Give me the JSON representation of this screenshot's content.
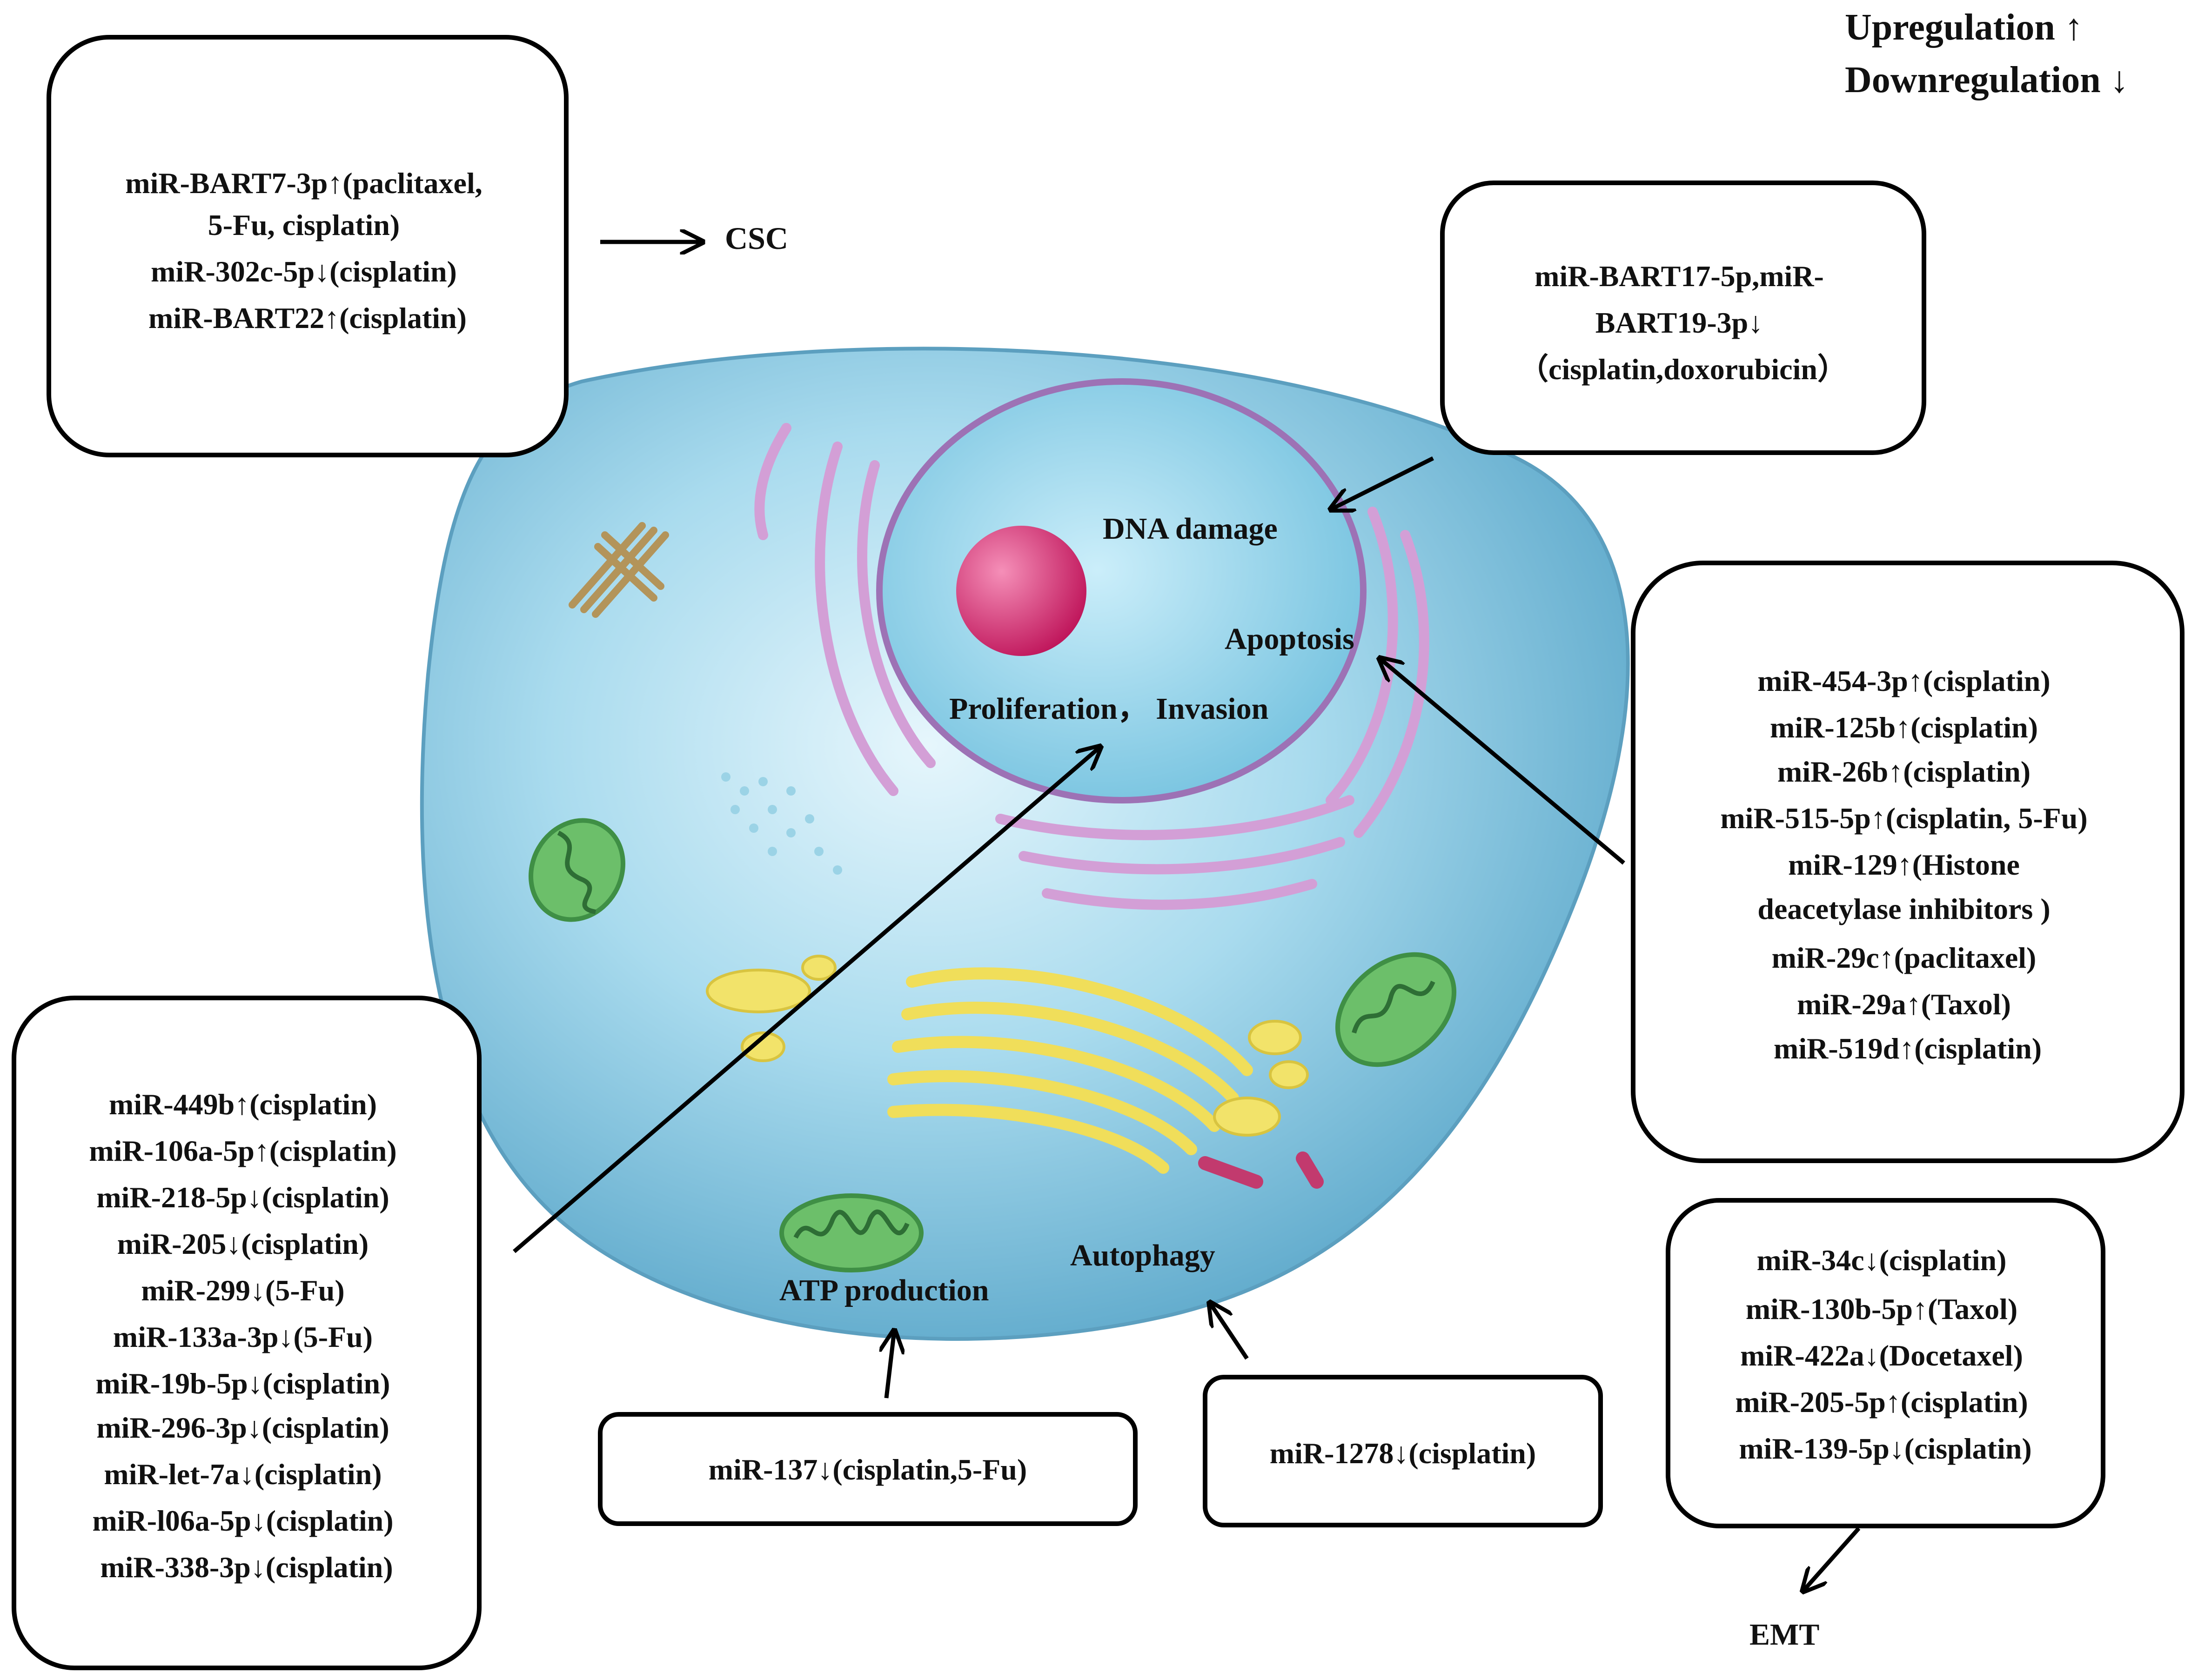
{
  "legend": {
    "up": "Upregulation ↑",
    "down": "Downregulation ↓"
  },
  "labels": {
    "csc": "CSC",
    "dna_damage": "DNA damage",
    "apoptosis": "Apoptosis",
    "proliferation": "Proliferation， Invasion",
    "atp": "ATP production",
    "autophagy": "Autophagy",
    "emt": "EMT"
  },
  "boxes": {
    "csc": {
      "lines": [
        "miR-BART7-3p↑(paclitaxel,",
        "5-Fu, cisplatin)",
        "miR-302c-5p↓(cisplatin)",
        "miR-BART22↑(cisplatin)"
      ]
    },
    "dna": {
      "lines": [
        "miR-BART17-5p,miR-",
        "BART19-3p↓",
        "（cisplatin,doxorubicin）"
      ]
    },
    "apoptosis": {
      "lines": [
        "miR-454-3p↑(cisplatin)",
        "miR-125b↑(cisplatin)",
        "miR-26b↑(cisplatin)",
        "miR-515-5p↑(cisplatin, 5-Fu)",
        "miR-129↑(Histone",
        "deacetylase inhibitors )",
        "miR-29c↑(paclitaxel)",
        "miR-29a↑(Taxol)",
        "miR-519d↑(cisplatin)"
      ]
    },
    "proliferation": {
      "lines": [
        "miR-449b↑(cisplatin)",
        "miR-106a-5p↑(cisplatin)",
        "miR-218-5p↓(cisplatin)",
        "miR-205↓(cisplatin)",
        "miR-299↓(5-Fu)",
        "miR-133a-3p↓(5-Fu)",
        "miR-19b-5p↓(cisplatin)",
        "miR-296-3p↓(cisplatin)",
        "miR-let-7a↓(cisplatin)",
        "miR-l06a-5p↓(cisplatin)",
        "miR-338-3p↓(cisplatin)"
      ]
    },
    "atp": {
      "lines": [
        "miR-137↓(cisplatin,5-Fu)"
      ]
    },
    "autophagy": {
      "lines": [
        "miR-1278↓(cisplatin)"
      ]
    },
    "emt": {
      "lines": [
        "miR-34c↓(cisplatin)",
        "miR-130b-5p↑(Taxol)",
        "miR-422a↓(Docetaxel)",
        "miR-205-5p↑(cisplatin)",
        "miR-139-5p↓(cisplatin)"
      ]
    }
  },
  "colors": {
    "cell": "#8fcfe6",
    "nucleus": "#a9dcef",
    "nucleolus": "#d6246b",
    "er": "#d7a6d8",
    "mitochondria": "#6cbf6a",
    "golgi": "#f2e36a"
  }
}
